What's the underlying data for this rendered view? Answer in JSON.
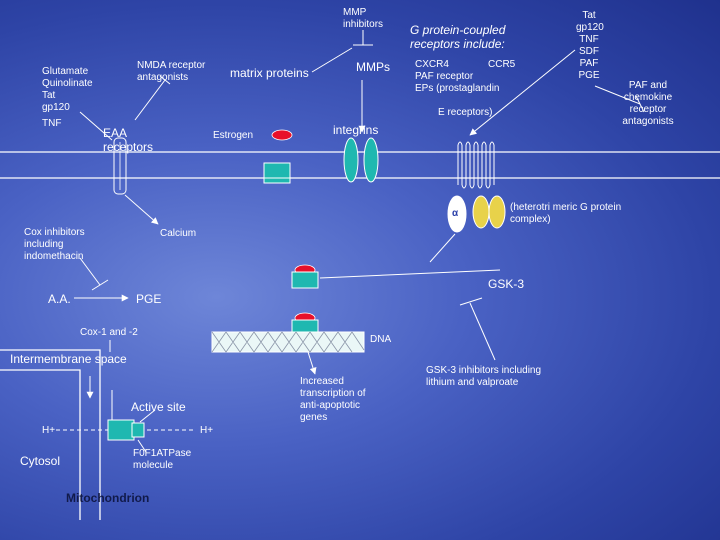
{
  "labels": {
    "mmp_inhibitors": [
      "MMP",
      "inhibitors"
    ],
    "gpcr_include": [
      "G protein-coupled",
      "receptors include:"
    ],
    "tat_list": [
      "Tat",
      "gp120",
      "TNF",
      "SDF",
      "PAF",
      "PGE"
    ],
    "paf_antagonists": [
      "PAF and",
      "chemokine",
      "receptor",
      "antagonists"
    ],
    "glutamate_list": [
      "Glutamate",
      "Quinolinate",
      "Tat",
      "gp120"
    ],
    "tnf": "TNF",
    "nmda_antagonists": [
      "NMDA receptor",
      "antagonists"
    ],
    "matrix_proteins": "matrix proteins",
    "mmps": "MMPs",
    "cxcr4": "CXCR4",
    "ccr5": "CCR5",
    "paf_receptor": "PAF receptor",
    "eps": "EPs (prostaglandin",
    "e_receptors": "E receptors)",
    "eaa_receptors": [
      "EAA",
      "receptors"
    ],
    "estrogen": "Estrogen",
    "integrins": "integrins",
    "alpha": "α",
    "hetero_g": [
      "(heterotri meric G protein",
      "complex)"
    ],
    "cox_inhibitors": [
      "Cox inhibitors",
      "including",
      "indomethacin"
    ],
    "calcium": "Calcium",
    "gsk3": "GSK-3",
    "aa": "A.A.",
    "pge": "PGE",
    "cox12": "Cox-1 and -2",
    "dna": "DNA",
    "intermembrane": "Intermembrane space",
    "increased": [
      "Increased",
      "transcription of",
      "anti-apoptotic",
      "genes"
    ],
    "gsk3_inhibitors": [
      "GSK-3 inhibitors including",
      "lithium and valproate"
    ],
    "active_site": "Active site",
    "h_left": "H+",
    "h_right": "H+",
    "cytosol": "Cytosol",
    "atpase": [
      "F0F1ATPase",
      "molecule"
    ],
    "mitochondrion": "Mitochondrion"
  },
  "colors": {
    "receptor_fill": "#1fb8b0",
    "ligand_red": "#e8102a",
    "membrane": "#ffffff",
    "dna_fill": "#eaf7f7"
  }
}
